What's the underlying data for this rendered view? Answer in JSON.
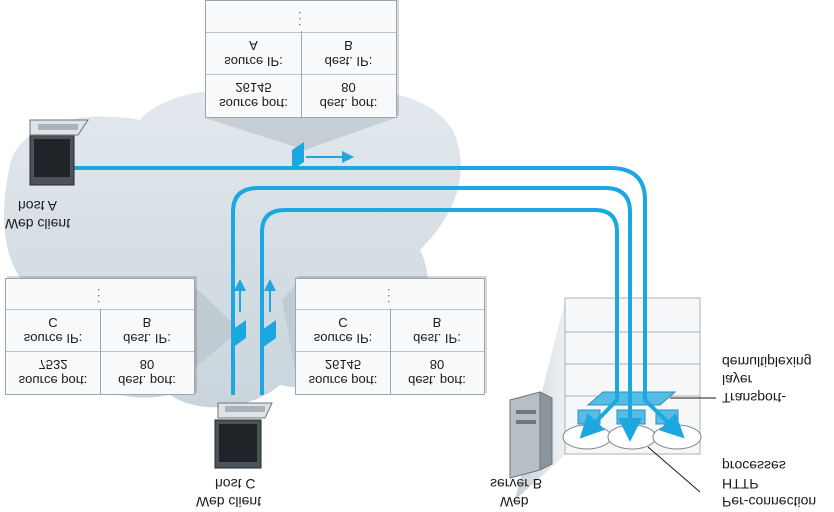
{
  "segments": {
    "top": {
      "port_row": {
        "source_label": "source port:",
        "source_value": "26145",
        "dest_label": "dest. port:",
        "dest_value": "80"
      },
      "ip_row": {
        "source_label": "source IP:",
        "source_value": "A",
        "dest_label": "dest. IP:",
        "dest_value": "B"
      }
    },
    "left": {
      "port_row": {
        "source_label": "source port:",
        "source_value": "7532",
        "dest_label": "dest. port:",
        "dest_value": "80"
      },
      "ip_row": {
        "source_label": "source IP:",
        "source_value": "C",
        "dest_label": "dest. IP:",
        "dest_value": "B"
      }
    },
    "middle": {
      "port_row": {
        "source_label": "source port:",
        "source_value": "26145",
        "dest_label": "dest. port:",
        "dest_value": "80"
      },
      "ip_row": {
        "source_label": "source IP:",
        "source_value": "C",
        "dest_label": "dest. IP:",
        "dest_value": "B"
      }
    }
  },
  "labels": {
    "host_a": [
      "Web client",
      "host A"
    ],
    "host_c": [
      "Web client",
      "host C"
    ],
    "server_b": [
      "Web",
      "server B"
    ],
    "transport": [
      "Transport-",
      "layer",
      "demultiplexing"
    ],
    "processes": [
      "Per-connection",
      "HTTP",
      "processes"
    ]
  },
  "colors": {
    "connection": "#1da7e0",
    "cloud": "#d7e0e7",
    "segment_bg": "#f7f9fb"
  },
  "icons": {
    "host_a": "computer-icon",
    "host_c": "computer-icon",
    "server_b": "server-icon"
  }
}
